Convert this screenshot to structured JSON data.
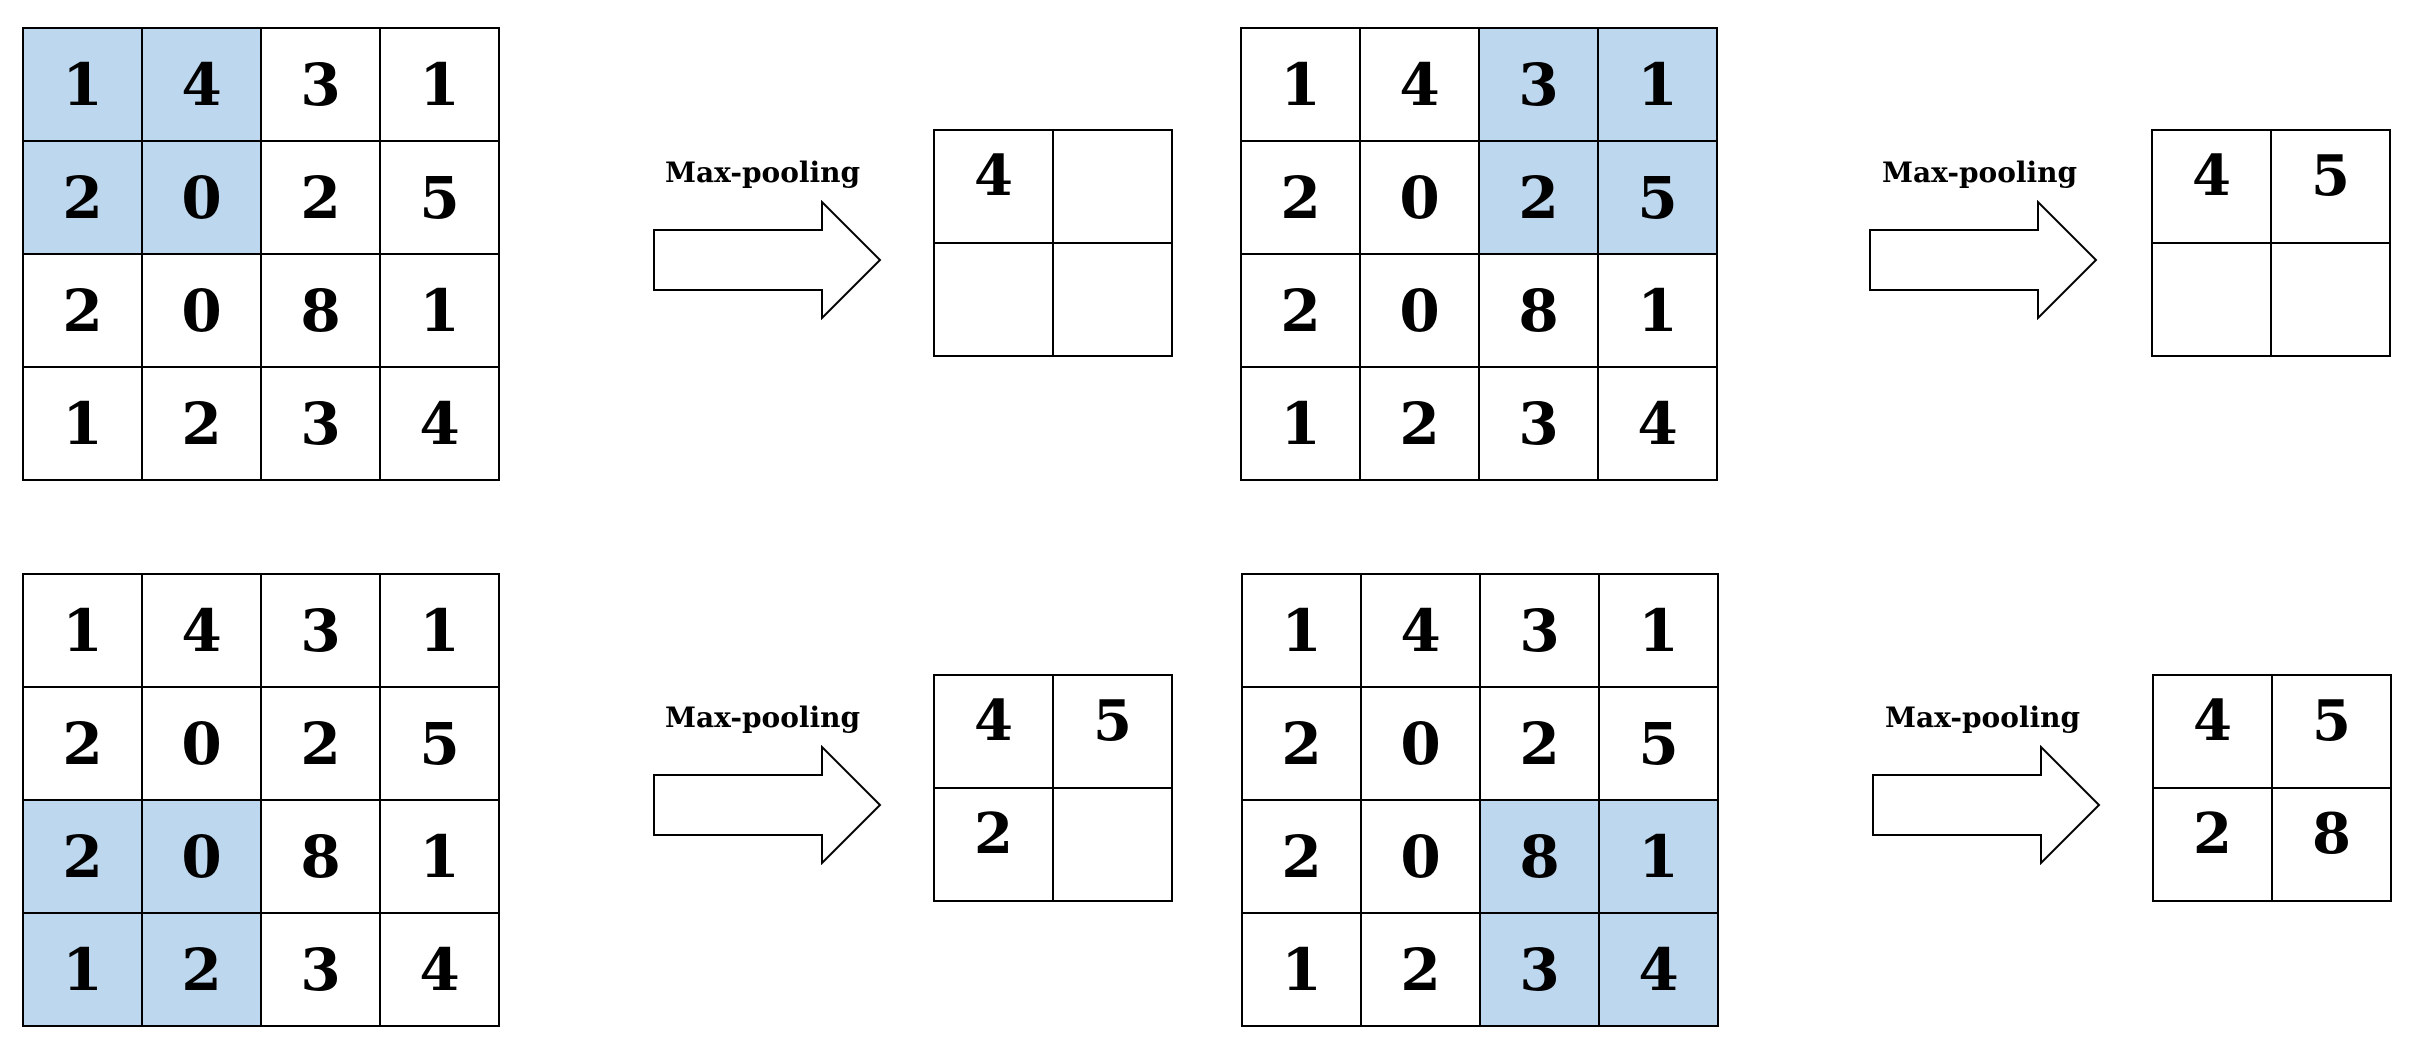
{
  "colors": {
    "highlight": "#bdd7ee",
    "border": "#000000"
  },
  "panels": [
    {
      "input": [
        [
          "1",
          "4",
          "3",
          "1"
        ],
        [
          "2",
          "0",
          "2",
          "5"
        ],
        [
          "2",
          "0",
          "8",
          "1"
        ],
        [
          "1",
          "2",
          "3",
          "4"
        ]
      ],
      "highlight": [
        [
          0,
          0
        ],
        [
          0,
          1
        ],
        [
          1,
          0
        ],
        [
          1,
          1
        ]
      ],
      "arrow_label": "Max-pooling",
      "output": [
        [
          "4",
          ""
        ],
        [
          "",
          ""
        ]
      ]
    },
    {
      "input": [
        [
          "1",
          "4",
          "3",
          "1"
        ],
        [
          "2",
          "0",
          "2",
          "5"
        ],
        [
          "2",
          "0",
          "8",
          "1"
        ],
        [
          "1",
          "2",
          "3",
          "4"
        ]
      ],
      "highlight": [
        [
          0,
          2
        ],
        [
          0,
          3
        ],
        [
          1,
          2
        ],
        [
          1,
          3
        ]
      ],
      "arrow_label": "Max-pooling",
      "output": [
        [
          "4",
          "5"
        ],
        [
          "",
          ""
        ]
      ]
    },
    {
      "input": [
        [
          "1",
          "4",
          "3",
          "1"
        ],
        [
          "2",
          "0",
          "2",
          "5"
        ],
        [
          "2",
          "0",
          "8",
          "1"
        ],
        [
          "1",
          "2",
          "3",
          "4"
        ]
      ],
      "highlight": [
        [
          2,
          0
        ],
        [
          2,
          1
        ],
        [
          3,
          0
        ],
        [
          3,
          1
        ]
      ],
      "arrow_label": "Max-pooling",
      "output": [
        [
          "4",
          "5"
        ],
        [
          "2",
          ""
        ]
      ]
    },
    {
      "input": [
        [
          "1",
          "4",
          "3",
          "1"
        ],
        [
          "2",
          "0",
          "2",
          "5"
        ],
        [
          "2",
          "0",
          "8",
          "1"
        ],
        [
          "1",
          "2",
          "3",
          "4"
        ]
      ],
      "highlight": [
        [
          2,
          2
        ],
        [
          2,
          3
        ],
        [
          3,
          2
        ],
        [
          3,
          3
        ]
      ],
      "arrow_label": "Max-pooling",
      "output": [
        [
          "4",
          "5"
        ],
        [
          "2",
          "8"
        ]
      ]
    }
  ]
}
